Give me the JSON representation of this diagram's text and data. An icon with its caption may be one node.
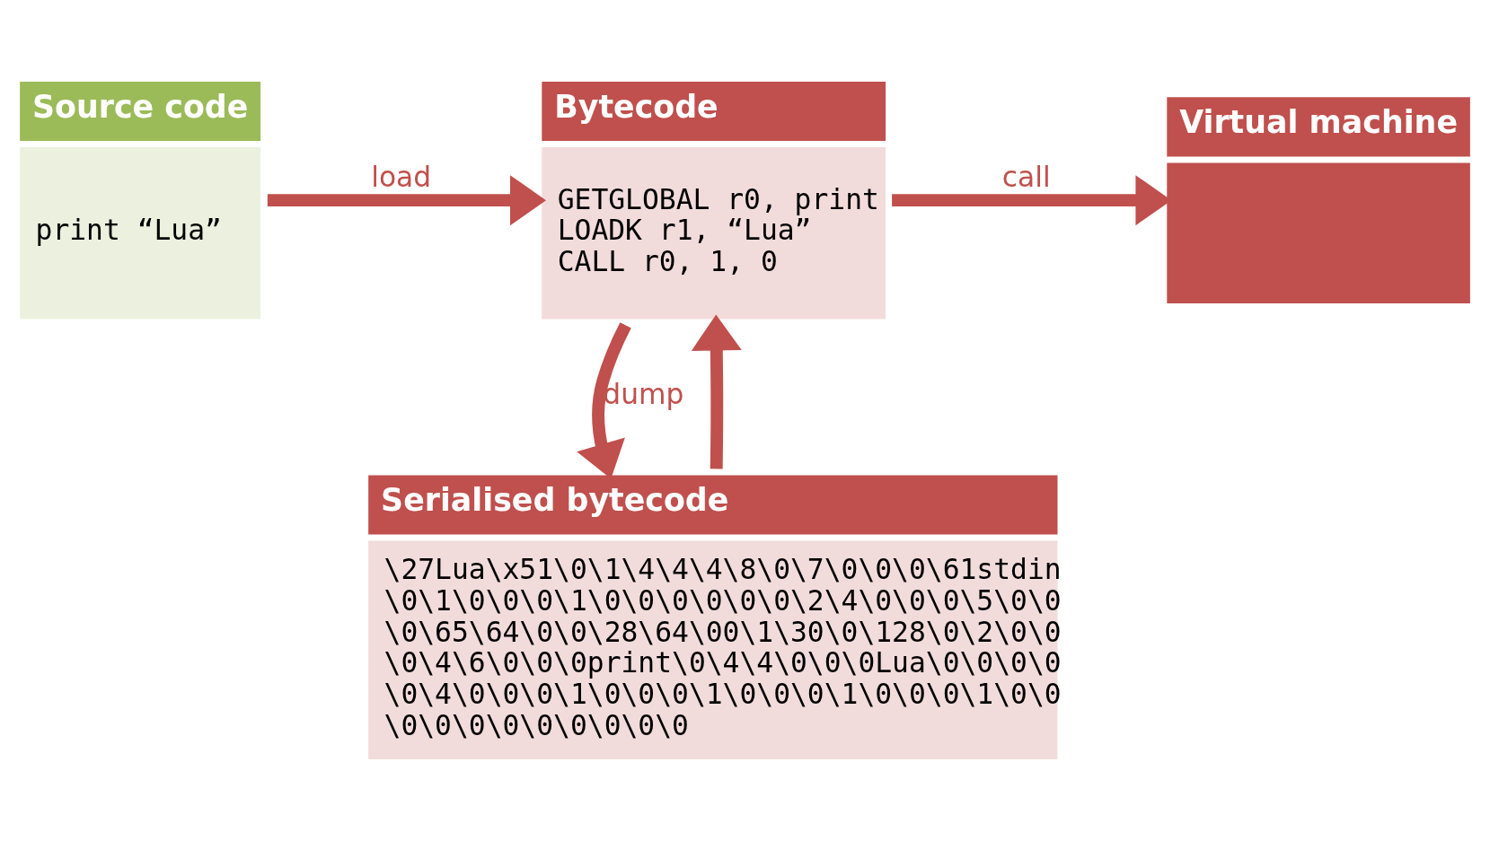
{
  "diagram": {
    "nodes": [
      {
        "text": [
          "Source code",
          "print “Lua”"
        ]
      },
      {
        "text": [
          "Bytecode",
          "GETGLOBAL r0, print",
          "LOADK r1, “Lua”",
          "CALL r0, 1, 0"
        ]
      },
      {
        "text": [
          "Virtual machine"
        ]
      },
      {
        "text": [
          "Serialised bytecode",
          "\\27Lua\\x51\\0\\1\\4\\4\\4\\8\\0\\7\\0\\0\\0\\61stdin \\0\\1\\0\\0\\0\\1\\0\\0\\0\\0\\0\\0\\2\\4\\0\\0\\0\\5\\0\\0 \\0\\65\\64\\0\\0\\28\\64\\00\\1\\30\\0\\128\\0\\2\\0\\0 \\0\\4\\6\\0\\0\\0print\\0\\4\\4\\0\\0\\0Lua\\0\\0\\0\\0 \\0\\4\\0\\0\\0\\1\\0\\0\\0\\1\\0\\0\\0\\1\\0\\0\\0\\1\\0\\0 \\0\\0\\0\\0\\0\\0\\0\\0\\0"
        ]
      }
    ],
    "edges": [
      {
        "from": 0,
        "to": 1,
        "arrow": "to",
        "label": "load"
      },
      {
        "from": 3,
        "to": 1,
        "arrow": "to"
      },
      {
        "from": 1,
        "to": 2,
        "arrow": "to",
        "label": "call"
      },
      {
        "from": 1,
        "to": 3,
        "arrow": "to",
        "label": "dump"
      }
    ]
  }
}
